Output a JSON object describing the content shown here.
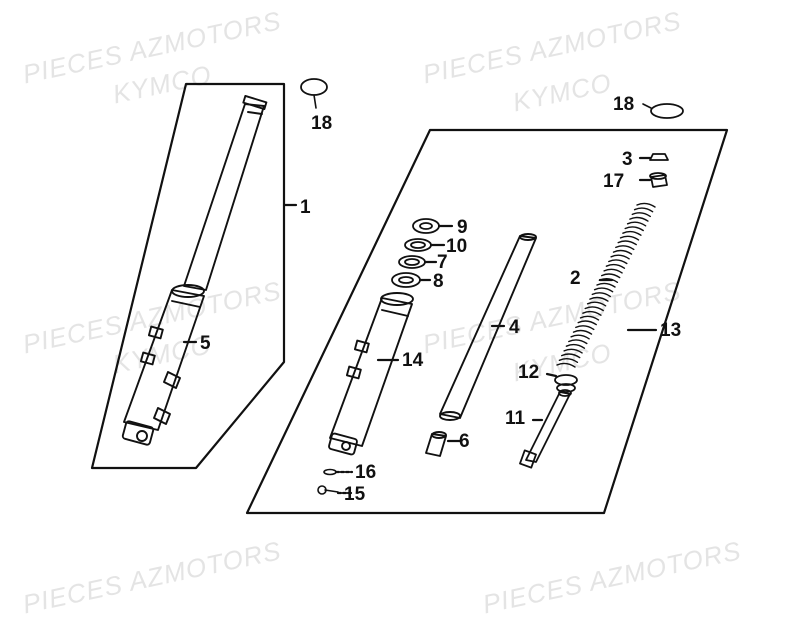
{
  "watermark": {
    "line1": "PIECES AZMOTORS",
    "line2": "KYMCO"
  },
  "callouts": {
    "c1": "1",
    "c2": "2",
    "c3": "3",
    "c4": "4",
    "c5": "5",
    "c6": "6",
    "c7": "7",
    "c8": "8",
    "c9": "9",
    "c10": "10",
    "c11": "11",
    "c12": "12",
    "c13": "13",
    "c14": "14",
    "c15": "15",
    "c16": "16",
    "c17": "17",
    "c18a": "18",
    "c18b": "18"
  },
  "colors": {
    "line": "#111111",
    "watermark": "#e4e4e4",
    "background": "#ffffff"
  }
}
